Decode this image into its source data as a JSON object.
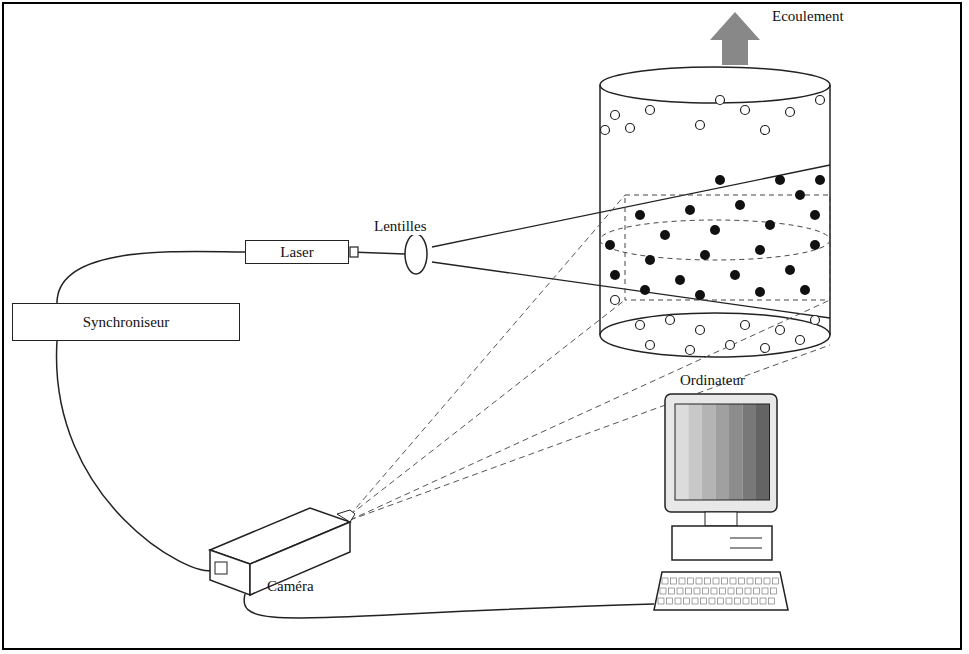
{
  "diagram": {
    "nodes": [
      {
        "text": [
          "Laser"
        ]
      },
      {
        "text": [
          "Synchroniseur"
        ]
      },
      {
        "text": [
          "Ordinateur"
        ]
      },
      {
        "text": [
          "Caméra"
        ]
      }
    ],
    "edges": [
      {
        "from": 1,
        "to": 0,
        "arrow": "none"
      },
      {
        "from": 1,
        "to": 3,
        "arrow": "none"
      },
      {
        "from": 3,
        "to": 2,
        "arrow": "none"
      }
    ],
    "labels": [
      "Ecoulement",
      "Lentilles"
    ]
  }
}
